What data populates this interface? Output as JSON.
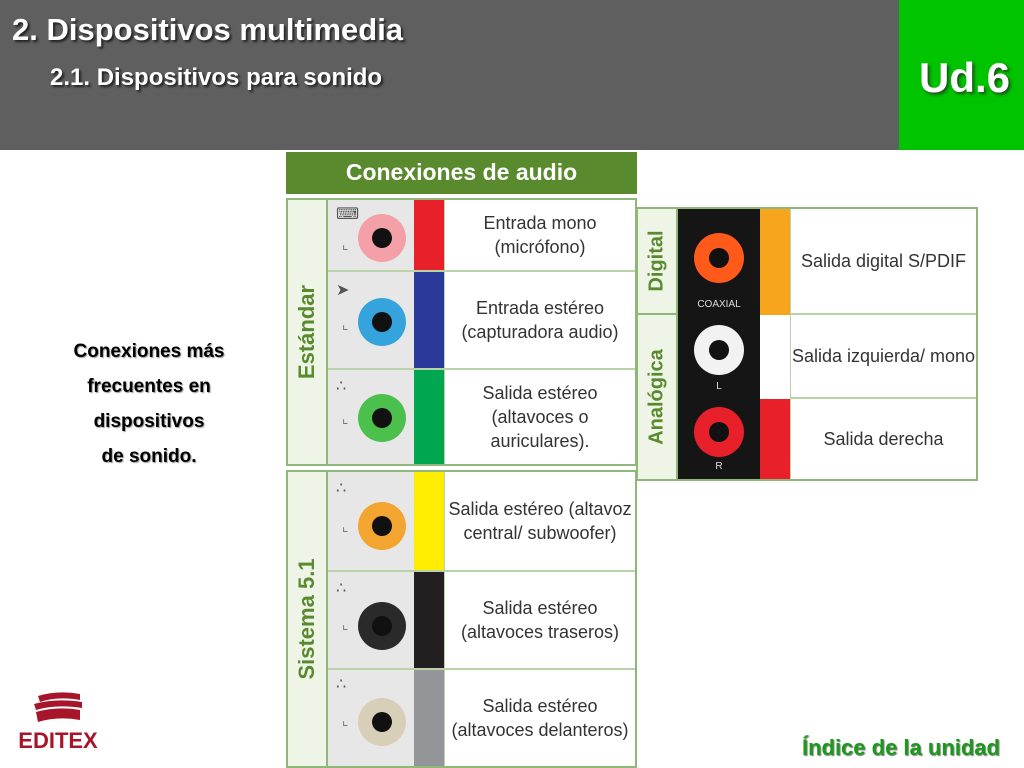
{
  "header": {
    "title": "2. Dispositivos multimedia",
    "subtitle": "2.1. Dispositivos para sonido",
    "unit": "Ud.6"
  },
  "caption": {
    "lines": [
      "Conexiones más",
      "frecuentes en",
      "dispositivos",
      "de sonido."
    ]
  },
  "audio_table": {
    "title": "Conexiones de audio",
    "groups": [
      {
        "label": "Estándar",
        "rows": [
          {
            "description": "Entrada mono (micrófono)",
            "color": "#e8202a",
            "jack_color": "#f4a0a8"
          },
          {
            "description": "Entrada estéreo (capturadora audio)",
            "color": "#2b3a9a",
            "jack_color": "#35a4dc"
          },
          {
            "description": "Salida estéreo (altavoces o auriculares).",
            "color": "#00a650",
            "jack_color": "#4cc04c"
          }
        ]
      },
      {
        "label": "Sistema 5.1",
        "rows": [
          {
            "description": "Salida estéreo (altavoz central/ subwoofer)",
            "color": "#ffed00",
            "jack_color": "#f2a531"
          },
          {
            "description": "Salida estéreo (altavoces traseros)",
            "color": "#231f20",
            "jack_color": "#2a2a2a"
          },
          {
            "description": "Salida estéreo (altavoces delanteros)",
            "color": "#939598",
            "jack_color": "#d8cfb8"
          }
        ]
      }
    ]
  },
  "digital_table": {
    "groups": [
      {
        "label": "Digital",
        "rows": [
          {
            "description": "Salida digital S/PDIF",
            "color": "#f7a51c",
            "jack_color": "#ff5a1a",
            "jack_caption": "COAXIAL"
          }
        ]
      },
      {
        "label": "Analógica",
        "rows": [
          {
            "description": "Salida izquierda/ mono",
            "color": "#ffffff",
            "jack_color": "#f2f2f2",
            "jack_caption": "L"
          },
          {
            "description": "Salida derecha",
            "color": "#e8202a",
            "jack_color": "#e8202a",
            "jack_caption": "R"
          }
        ]
      }
    ]
  },
  "footer": {
    "logo": "EDITEX",
    "index_link": "Índice de la unidad"
  },
  "colors": {
    "header_bg": "#5f5f5f",
    "unit_bg": "#00c400",
    "table_green": "#5a8a2e",
    "index_link": "#1a9a1a",
    "logo_red": "#a8142a"
  }
}
